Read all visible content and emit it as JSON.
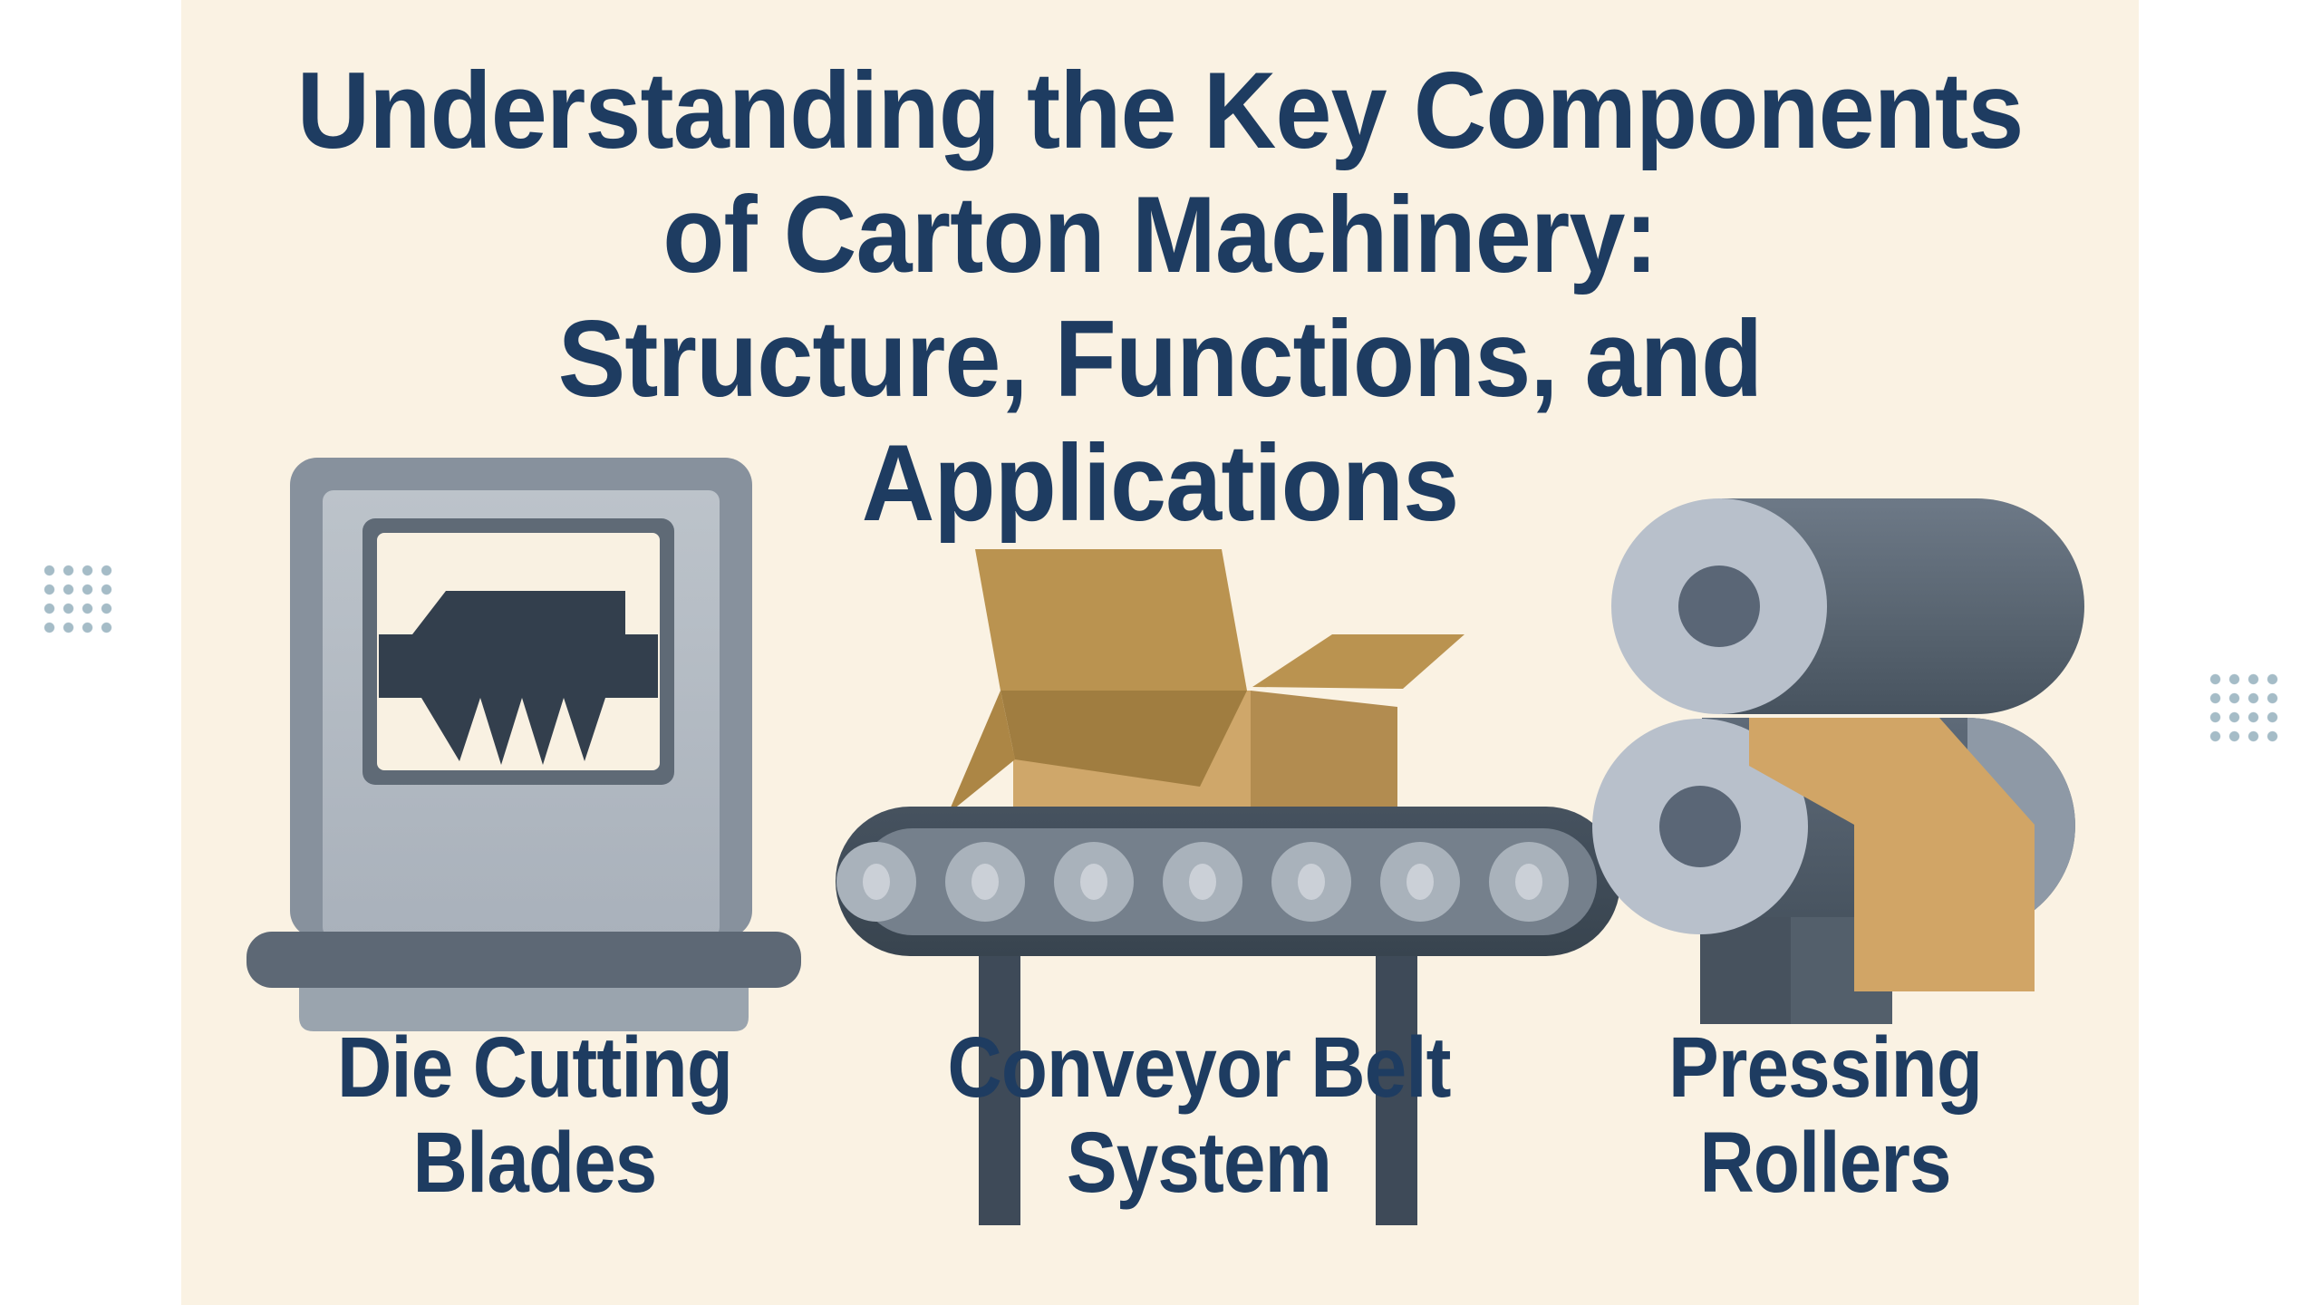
{
  "title": {
    "line1": "Understanding the Key Components",
    "line2": "of Carton Machinery:",
    "line3": "Structure, Functions, and Applications"
  },
  "figures": [
    {
      "name": "die-cutting-blades",
      "label_line1": "Die Cutting",
      "label_line2": "Blades"
    },
    {
      "name": "conveyor-belt-system",
      "label_line1": "Conveyor Belt",
      "label_line2": "System"
    },
    {
      "name": "pressing-rollers",
      "label_line1": "Pressing",
      "label_line2": "Rollers"
    }
  ],
  "colors": {
    "background_cream": "#faf2e3",
    "side_bars_white": "#ffffff",
    "text_navy": "#1e3c61",
    "dark_slate": "#3e4a58",
    "medium_slate": "#5f6a76",
    "machine_frame_gray": "#87919d",
    "machine_body_gray": "#b4bbc4",
    "roller_disc_gray": "#a9b2bb",
    "cardboard_tan": "#cfa76a",
    "cardboard_dark_tan": "#a07d40",
    "dot_blue_gray": "#a5bcc7"
  }
}
